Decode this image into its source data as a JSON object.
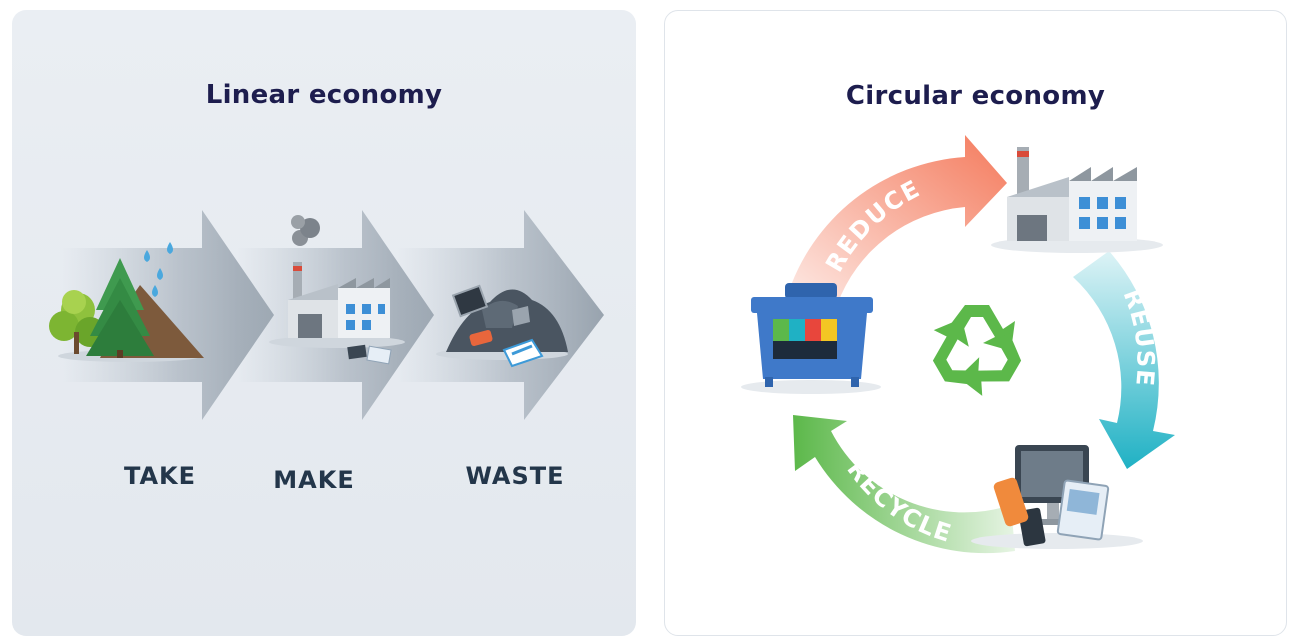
{
  "linear": {
    "title": "Linear economy",
    "steps": [
      "TAKE",
      "MAKE",
      "WASTE"
    ]
  },
  "circular": {
    "title": "Circular economy",
    "stages": [
      "REDUCE",
      "REUSE",
      "RECYCLE"
    ],
    "center_icon": "recycle-icon"
  },
  "colors": {
    "title_text": "#1d1d4e",
    "label_text": "#23364a",
    "reduce": "#f47a5c",
    "reuse": "#1fb1c4",
    "recycle": "#5cb84a",
    "bin": "#3f79c9"
  }
}
